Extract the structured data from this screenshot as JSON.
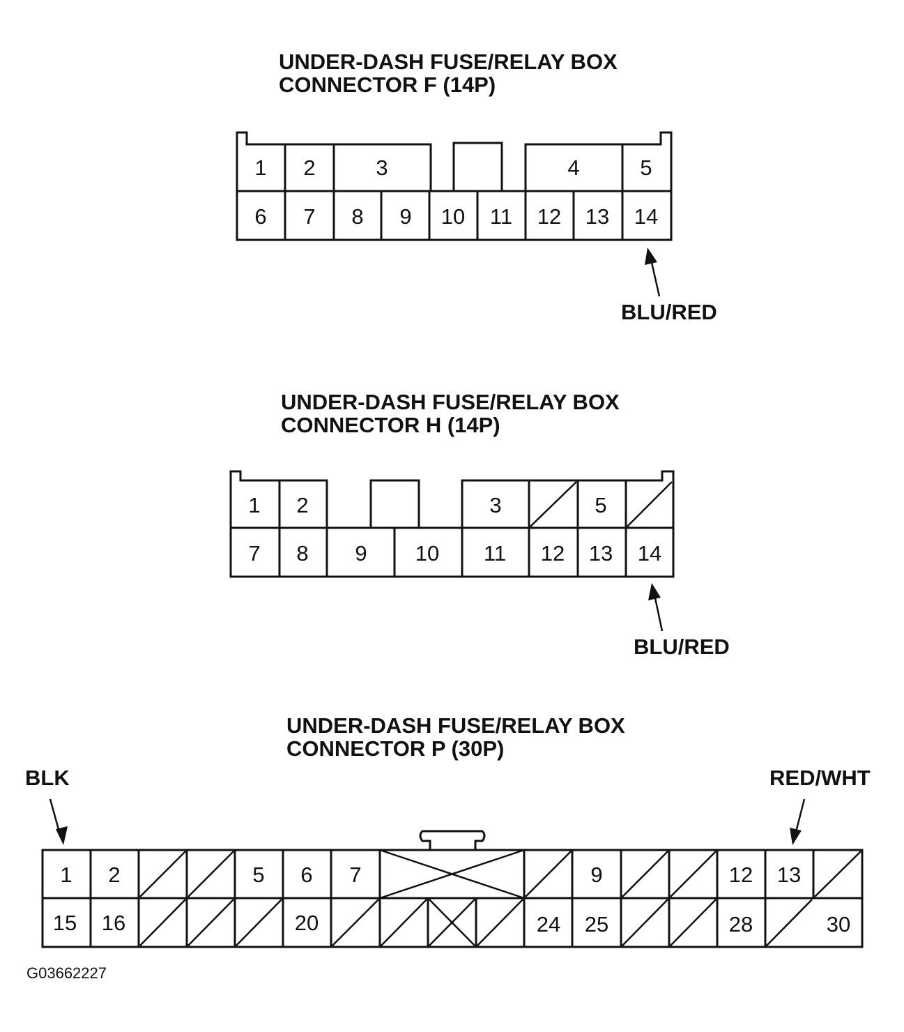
{
  "connectors": [
    {
      "id": "F",
      "title_line1": "UNDER-DASH FUSE/RELAY BOX",
      "title_line2": "CONNECTOR F (14P)",
      "wire_label": "BLU/RED",
      "pins": [
        "1",
        "2",
        "3",
        "4",
        "5",
        "6",
        "7",
        "8",
        "9",
        "10",
        "11",
        "12",
        "13",
        "14"
      ]
    },
    {
      "id": "H",
      "title_line1": "UNDER-DASH FUSE/RELAY BOX",
      "title_line2": "CONNECTOR H (14P)",
      "wire_label": "BLU/RED",
      "pins": [
        "1",
        "2",
        "3",
        "5",
        "7",
        "8",
        "9",
        "10",
        "11",
        "12",
        "13",
        "14"
      ]
    },
    {
      "id": "P",
      "title_line1": "UNDER-DASH FUSE/RELAY BOX",
      "title_line2": "CONNECTOR P (30P)",
      "wire_label_left": "BLK",
      "wire_label_right": "RED/WHT",
      "pins": [
        "1",
        "2",
        "5",
        "6",
        "7",
        "9",
        "12",
        "13",
        "15",
        "16",
        "20",
        "24",
        "25",
        "28",
        "30"
      ]
    }
  ],
  "figure_code": "G03662227"
}
